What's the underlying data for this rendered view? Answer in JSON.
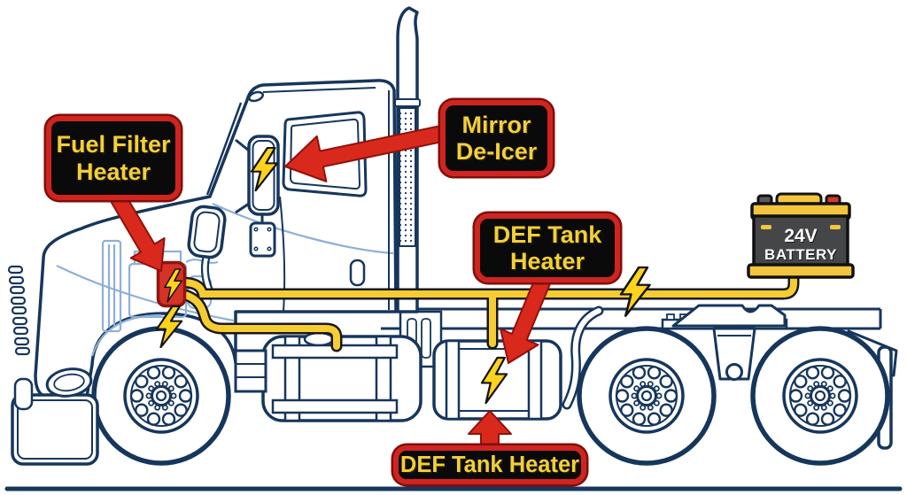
{
  "callouts": {
    "fuel_filter_heater": "Fuel Filter\nHeater",
    "mirror_de_icer": "Mirror\nDe-Icer",
    "def_tank_heater": "DEF Tank\nHeater",
    "def_tank_heater_bottom": "DEF Tank Heater"
  },
  "battery": {
    "voltage": "24V",
    "label": "BATTERY"
  },
  "icons": {
    "heater_points": "lightning-bolt-icon",
    "power_source": "battery-icon",
    "pointers": "red-arrow"
  },
  "colors": {
    "callout_background": "#0a0a0a",
    "callout_border": "#cf2420",
    "callout_text": "#f2cf3a",
    "arrow": "#d9291d",
    "wire": "#f5cd32",
    "lightning": "#ffd21c",
    "heater_unit_box": "#d63226",
    "truck_outline": "#16365c",
    "truck_inner_detail": "#8db0d8",
    "battery_body": "#454648",
    "battery_bands": "#f3c53e",
    "battery_terminal_positive": "#d4372a",
    "battery_terminal_negative": "#58595b",
    "battery_text": "#ffffff",
    "ground_line": "#16365c"
  }
}
